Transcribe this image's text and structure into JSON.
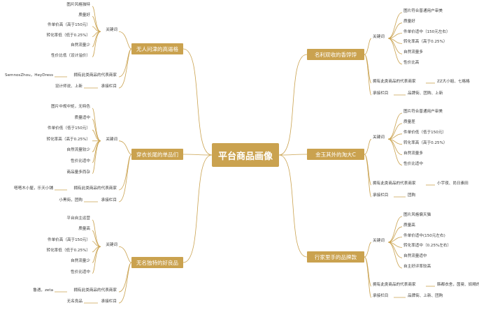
{
  "root": "平台商品画像",
  "colors": {
    "accent": "#caa24f",
    "line": "#caa24f"
  },
  "left": [
    {
      "title": "无人问津的高逼格",
      "keyword_label": "关键词",
      "keywords": [
        "图片风格独特",
        "质量好",
        "件单价高（高于150元）",
        "转化率低（低于0.25%）",
        "自然流量少",
        "性价比低（设计溢价）"
      ],
      "rep_value": "SemnosZhou，HeyDress",
      "rep_label": "拥有此类商品的代表商家",
      "col_value": "设计师说、上新",
      "col_label": "承接栏目"
    },
    {
      "title": "穿衣长尾的单品们",
      "keyword_label": "关键词",
      "keywords": [
        "图片中规中矩，无特色",
        "质量适中",
        "件单价低（低于150元）",
        "转化率高（高于0.25%）",
        "自然流量较少",
        "性价比适中",
        "商品量多而杂"
      ],
      "rep_value": "嗒嗒木小屋，乐天小铺",
      "rep_label": "拥有此类商品的代表商家",
      "col_value": "小黑街，团购",
      "col_label": "承接栏目"
    },
    {
      "title": "无名独特的好良品",
      "keyword_label": "关键词",
      "keywords": [
        "平台自主运营",
        "质量高",
        "件单价高（高于150元）",
        "转化率低（低于0.25%）",
        "自然流量少",
        "性价比适中"
      ],
      "rep_value": "鲁遇，zeta",
      "rep_label": "拥有此类商品的代表商家",
      "col_value": "无名良品",
      "col_label": "承接栏目"
    }
  ],
  "right": [
    {
      "title": "名利双收的香饽饽",
      "keyword_label": "关键词",
      "keywords": [
        "图片符合普通用户审美",
        "质量好",
        "件单价适中（150元左右）",
        "转化率高（高于0.25%）",
        "自然流量多",
        "性价比高"
      ],
      "rep_label": "拥有此类商品的代表商家",
      "rep_value": "ZZ大小姐、七格格",
      "col_label": "承接栏目",
      "col_value": "品牌街、团购、上新"
    },
    {
      "title": "金玉其外的淘大C",
      "keyword_label": "关键词",
      "keywords": [
        "图片符合普通用户审美",
        "质量差",
        "件单价低（低于150元）",
        "转化率高（高于0.25%）",
        "自然流量多",
        "性价比适中"
      ],
      "rep_label": "拥有此类商品的代表商家",
      "rep_value": "小宇夜、尚日素田",
      "col_label": "承接栏目",
      "col_value": "团购"
    },
    {
      "title": "行家里手的品牌款",
      "keyword_label": "关键词",
      "keywords": [
        "图片风格偏天猫",
        "质量高",
        "件单价适中(150元左右)",
        "转化率适中（0.25%左右）",
        "自然流量适中",
        "自主好评率较高"
      ],
      "rep_label": "拥有此类商品的代表商家",
      "rep_value": "韩都衣舍，茵曼、妖精的口袋、裂帛",
      "col_label": "承接栏目",
      "col_value": "品牌街、上新、团购"
    }
  ]
}
